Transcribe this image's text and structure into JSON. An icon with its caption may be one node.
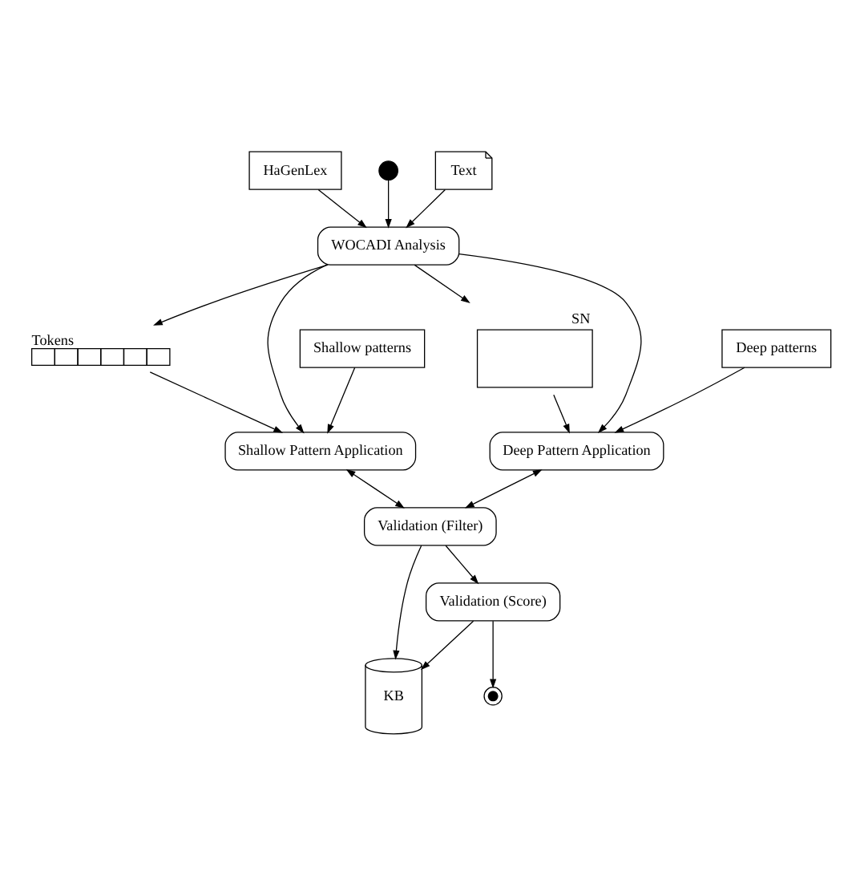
{
  "diagram": {
    "nodes": [
      {
        "text": [
          "HaGenLex"
        ]
      },
      {
        "text": [],
        "shape": "circle"
      },
      {
        "text": [
          "Text"
        ]
      },
      {
        "text": [
          "WOCADI Analysis"
        ]
      },
      {
        "text": [
          "Tokens"
        ]
      },
      {
        "text": [
          "SN"
        ]
      },
      {
        "text": [
          "Shallow Pattern Application"
        ]
      },
      {
        "text": [
          "Deep Pattern Application"
        ]
      },
      {
        "text": [
          "Validation (Filter)"
        ]
      },
      {
        "text": [
          "Deep patterns"
        ]
      },
      {
        "text": [
          "Shallow patterns"
        ]
      },
      {
        "text": [
          "KB"
        ]
      },
      {
        "text": [
          "Validation (Score)"
        ]
      },
      {
        "text": [],
        "shape": "bullseye"
      }
    ],
    "edges": [
      {
        "from": 0,
        "to": 3,
        "arrow": "to"
      },
      {
        "from": 1,
        "to": 3,
        "arrow": "to"
      },
      {
        "from": 2,
        "to": 3,
        "arrow": "to"
      },
      {
        "from": 3,
        "to": 6,
        "arrow": "to"
      },
      {
        "from": 3,
        "to": 4,
        "arrow": "to"
      },
      {
        "from": 3,
        "to": 5,
        "arrow": "to"
      },
      {
        "from": 3,
        "to": 7,
        "arrow": "to"
      },
      {
        "from": 4,
        "to": 6,
        "arrow": "to"
      },
      {
        "from": 5,
        "to": 7,
        "arrow": "to"
      },
      {
        "from": 9,
        "to": 7,
        "arrow": "to"
      },
      {
        "from": 10,
        "to": 6,
        "arrow": "to"
      },
      {
        "from": 6,
        "to": 8,
        "arrow": "both"
      },
      {
        "from": 8,
        "to": 7,
        "arrow": "both"
      },
      {
        "from": 8,
        "to": 11,
        "arrow": "to"
      },
      {
        "from": 8,
        "to": 12,
        "arrow": "to"
      },
      {
        "from": 12,
        "to": 11,
        "arrow": "to"
      },
      {
        "from": 12,
        "to": 13,
        "arrow": "to"
      }
    ]
  }
}
